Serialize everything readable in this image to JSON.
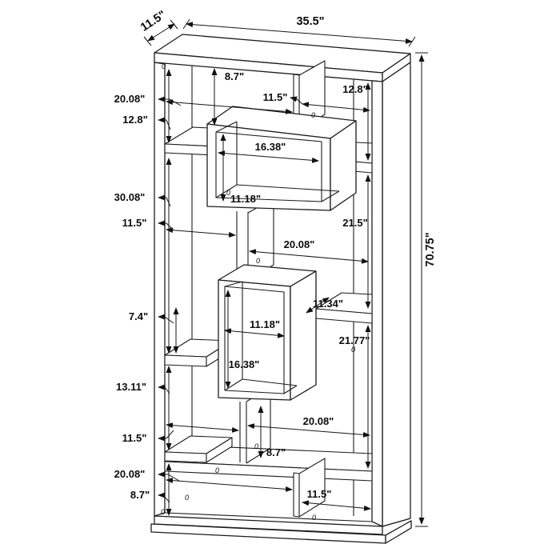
{
  "diagram": {
    "subject": "bookcase-dimension-diagram",
    "background_color": "#ffffff",
    "line_color": "#1c1c1c",
    "text_color": "#0c0c0c"
  },
  "overall": {
    "width": "35.5\"",
    "depth": "11.5\"",
    "height": "70.75\""
  },
  "dims": {
    "d1": "8.7\"",
    "d2": "11.5\"",
    "d3": "12.8\"",
    "d4": "20.08\"",
    "d5": "12.8\"",
    "d6": "16.38\"",
    "d7": "11.18\"",
    "d8": "21.5\"",
    "d9": "30.08\"",
    "d10": "11.5\"",
    "d11": "20.08\"",
    "d12": "11.34\"",
    "d13": "11.18\"",
    "d14": "21.77\"",
    "d15": "7.4\"",
    "d16": "16.38\"",
    "d17": "13.11\"",
    "d18": "11.5\"",
    "d19": "20.08\"",
    "d20": "8.7\"",
    "d21": "20.08\"",
    "d22": "8.7\"",
    "d23": "11.5\""
  },
  "zeros": {
    "glyph": "0"
  }
}
